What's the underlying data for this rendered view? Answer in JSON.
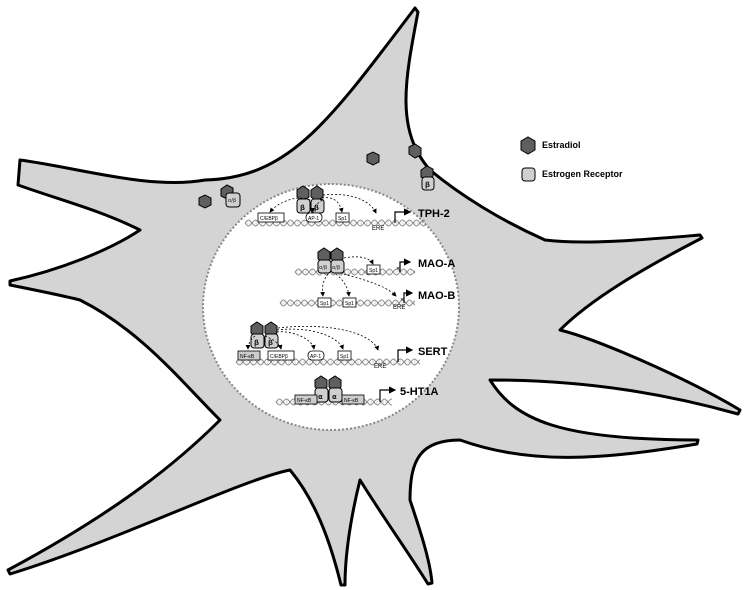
{
  "legend": {
    "estradiol_label": "Estradiol",
    "receptor_label": "Estrogen Receptor",
    "estradiol_color": "#5f5f5f",
    "receptor_color": "#d0d0d0"
  },
  "colors": {
    "cell_fill": "#d4d4d4",
    "nucleus_fill": "#ffffff",
    "outline": "#000000"
  },
  "receptors": {
    "alpha_beta": "α/β",
    "beta": "β",
    "alpha": "α"
  },
  "genes": {
    "tph2": {
      "name": "TPH-2",
      "factors": [
        "C/EBPβ",
        "AP-1",
        "Sp1"
      ],
      "element": "ERE"
    },
    "maoa": {
      "name": "MAO-A",
      "factors": [
        "Sp1"
      ]
    },
    "maob": {
      "name": "MAO-B",
      "factors": [
        "Sp1",
        "Sp1"
      ],
      "element": "ERE"
    },
    "sert": {
      "name": "SERT",
      "factors": [
        "NF-κB",
        "C/EBPβ",
        "AP-1",
        "Sp1"
      ],
      "element": "ERE"
    },
    "ht1a": {
      "name": "5-HT1A",
      "factors": [
        "NF-κB",
        "NF-κB"
      ]
    }
  }
}
